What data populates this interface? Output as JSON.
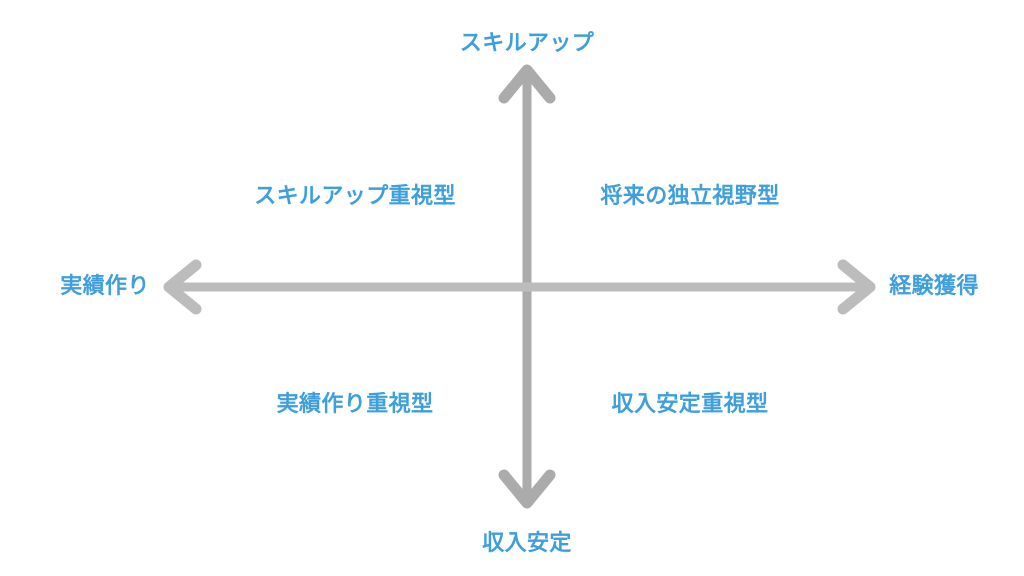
{
  "diagram": {
    "type": "quadrant-matrix",
    "background_color": "#ffffff",
    "text_color": "#3e9fdc",
    "axis_color": "#ababab",
    "axes": {
      "vertical": {
        "top_label": "スキルアップ",
        "bottom_label": "収入安定"
      },
      "horizontal": {
        "left_label": "実績作り",
        "right_label": "経験獲得"
      }
    },
    "quadrants": [
      {
        "position": "top-left",
        "label": "スキルアップ重視型"
      },
      {
        "position": "top-right",
        "label": "将来の独立視野型"
      },
      {
        "position": "bottom-left",
        "label": "実績作り重視型"
      },
      {
        "position": "bottom-right",
        "label": "収入安定重視型"
      }
    ]
  }
}
